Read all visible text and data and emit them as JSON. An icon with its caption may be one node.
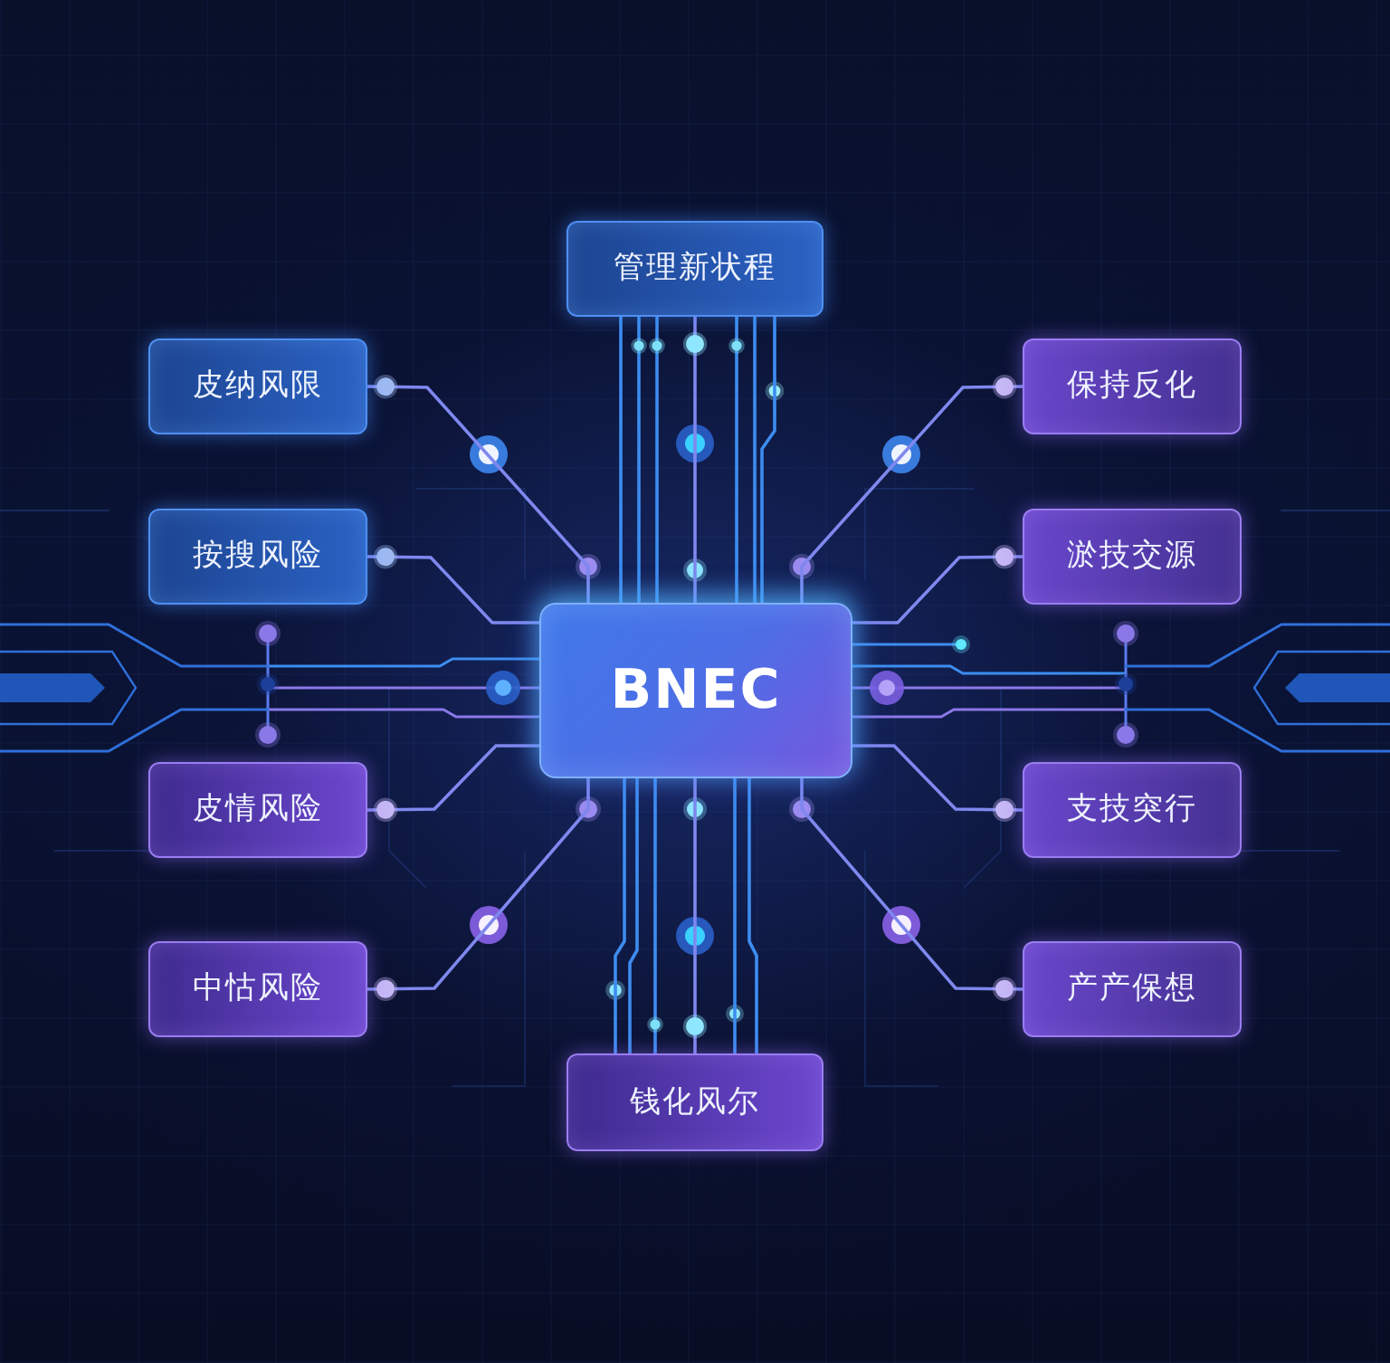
{
  "diagram": {
    "nodes": [
      {
        "text": [
          "管理新状程"
        ]
      },
      {
        "text": [
          "皮纳风限"
        ]
      },
      {
        "text": [
          "保持反化"
        ]
      },
      {
        "text": [
          "按搜风险"
        ]
      },
      {
        "text": [
          "淤技交源"
        ]
      },
      {
        "text": [
          "BNEC"
        ]
      },
      {
        "text": [
          "皮情风险"
        ]
      },
      {
        "text": [
          "支技突行"
        ]
      },
      {
        "text": [
          "中怙风险"
        ]
      },
      {
        "text": [
          "产产保想"
        ]
      },
      {
        "text": [
          "钱化风尔"
        ]
      }
    ],
    "edges": [
      {
        "from": 0,
        "to": 5,
        "arrow": "none"
      },
      {
        "from": 0,
        "to": 5,
        "arrow": "other"
      },
      {
        "from": 0,
        "to": 5,
        "arrow": "other"
      },
      {
        "from": 0,
        "to": 5,
        "arrow": "other",
        "color": "#7f88ee"
      },
      {
        "from": 0,
        "to": 5,
        "arrow": "other"
      },
      {
        "from": 0,
        "to": 5,
        "arrow": "none"
      },
      {
        "from": 0,
        "to": 5,
        "arrow": "none"
      },
      {
        "from": 1,
        "to": 5,
        "arrow": "other",
        "color": "#7f88ee"
      },
      {
        "from": 2,
        "to": 5,
        "arrow": "other",
        "color": "#7f88ee"
      },
      {
        "from": 3,
        "to": 5,
        "arrow": "other",
        "color": "#7f88ee"
      },
      {
        "from": 4,
        "to": 5,
        "arrow": "other",
        "color": "#7f88ee"
      },
      {
        "from": 6,
        "to": 5,
        "arrow": "other",
        "color": "#7f88ee"
      },
      {
        "from": 7,
        "to": 5,
        "arrow": "other",
        "color": "#7f88ee"
      },
      {
        "from": 8,
        "to": 5,
        "arrow": "other",
        "color": "#7f88ee"
      },
      {
        "from": 9,
        "to": 5,
        "arrow": "other",
        "color": "#7f88ee"
      },
      {
        "from": 10,
        "to": 5,
        "arrow": "none"
      },
      {
        "from": 10,
        "to": 5,
        "arrow": "none"
      },
      {
        "from": 10,
        "to": 5,
        "arrow": "other"
      },
      {
        "from": 10,
        "to": 5,
        "arrow": "other",
        "color": "#7f88ee"
      },
      {
        "from": 10,
        "to": 5,
        "arrow": "none"
      },
      {
        "from": 10,
        "to": 5,
        "arrow": "none"
      }
    ]
  }
}
